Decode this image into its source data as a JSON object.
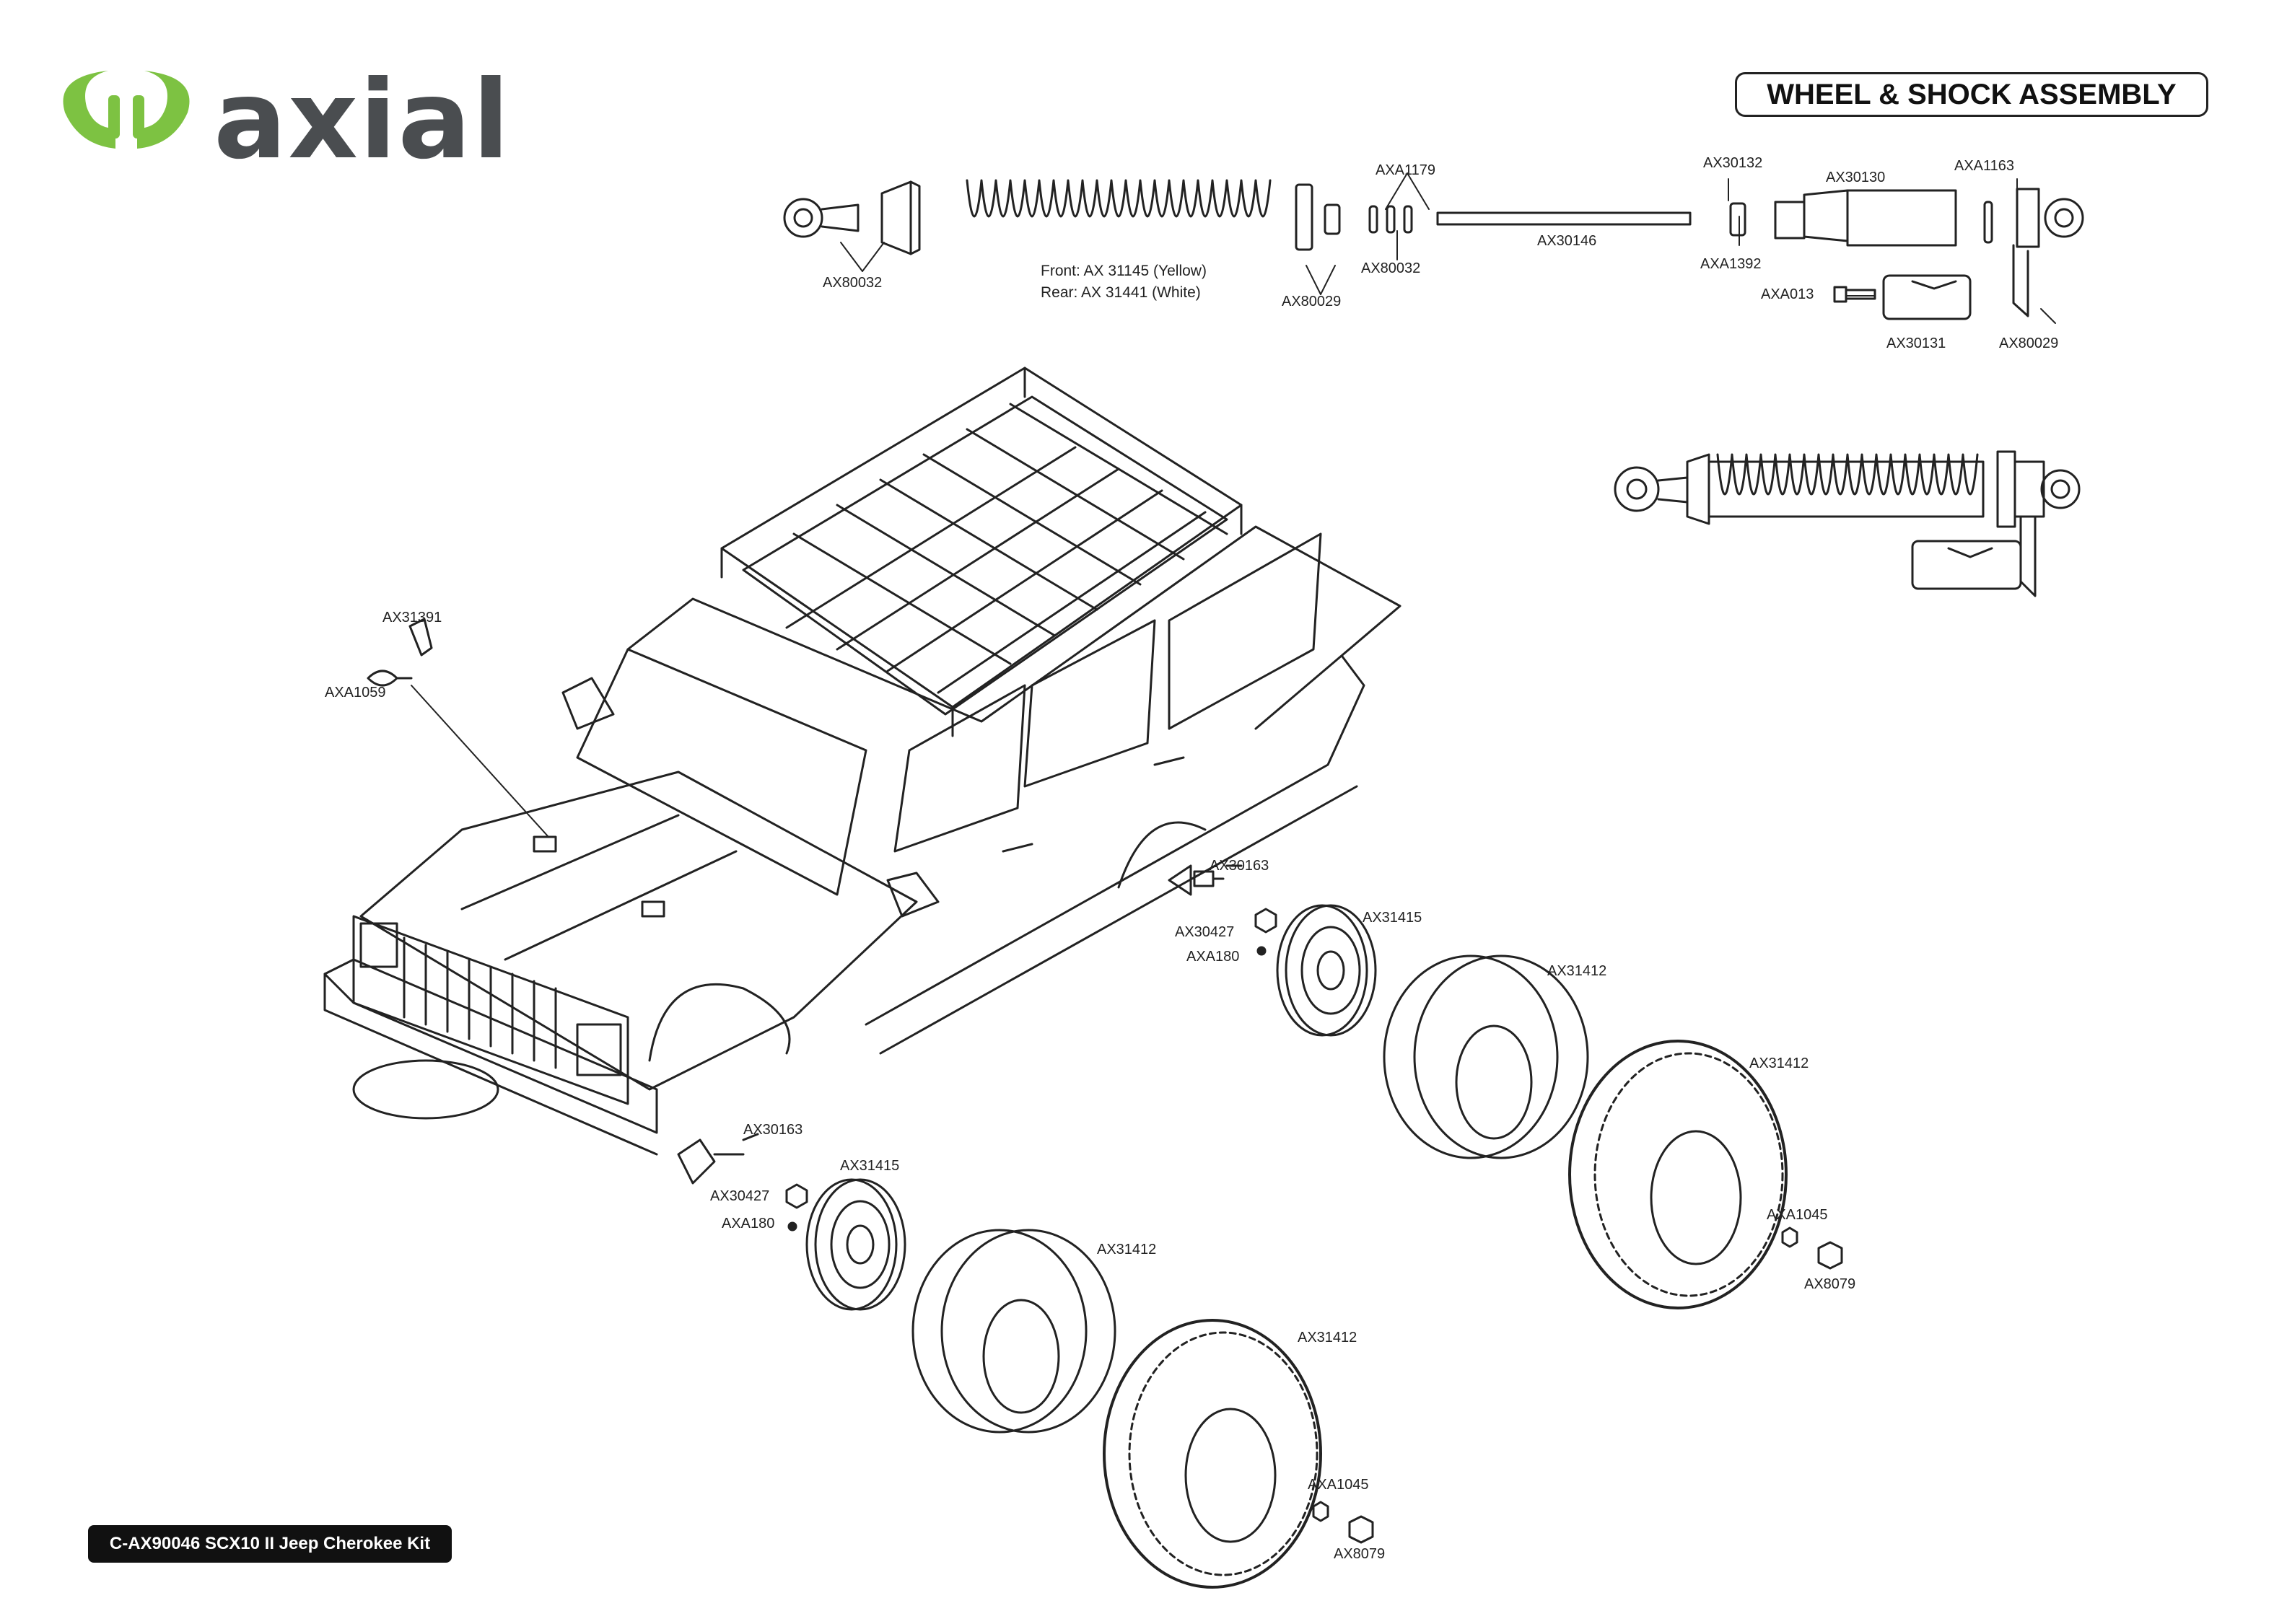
{
  "header": {
    "title": "WHEEL & SHOCK  ASSEMBLY"
  },
  "brand": {
    "name": "axial",
    "logo": "axial-swirl-logo",
    "accent_color": "#7dc242",
    "text_color": "#4a4d50"
  },
  "footer": {
    "kit_label": "C-AX90046 SCX10 II Jeep Cherokee Kit"
  },
  "shock_parts": {
    "ax80032_left": "AX80032",
    "spring_front": "Front:  AX 31145 (Yellow)",
    "spring_rear": "Rear:  AX 31441 (White)",
    "ax80029_left": "AX80029",
    "axa1179": "AXA1179",
    "ax80032_mid": "AX80032",
    "ax30146": "AX30146",
    "ax30132": "AX30132",
    "axa1392": "AXA1392",
    "ax30130": "AX30130",
    "axa1163": "AXA1163",
    "axa013": "AXA013",
    "ax30131": "AX30131",
    "ax80029_right": "AX80029"
  },
  "body_parts": {
    "ax31391": "AX31391",
    "axa1059": "AXA1059"
  },
  "rear_wheel": {
    "ax30163": "AX30163",
    "ax30427": "AX30427",
    "axa180": "AXA180",
    "ax31415": "AX31415",
    "insert_tire": "AX31412",
    "tire": "AX31412",
    "axa1045": "AXA1045",
    "ax8079": "AX8079"
  },
  "front_wheel": {
    "ax30163": "AX30163",
    "ax30427": "AX30427",
    "axa180": "AXA180",
    "ax31415": "AX31415",
    "insert_tire": "AX31412",
    "tire": "AX31412",
    "axa1045": "AXA1045",
    "ax8079": "AX8079"
  }
}
